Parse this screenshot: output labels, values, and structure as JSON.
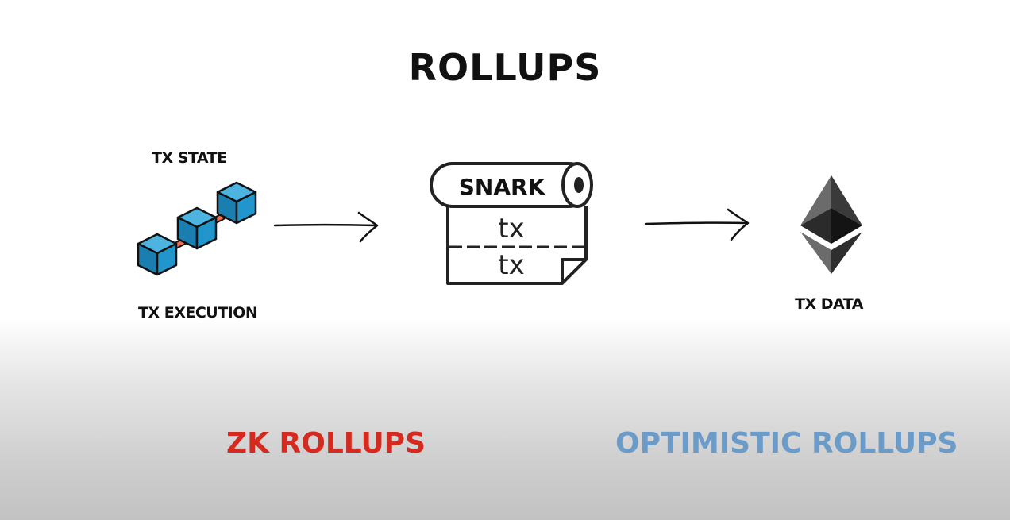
{
  "title": "ROLLUPS",
  "left": {
    "top_label": "TX STATE",
    "bottom_label": "TX EXECUTION",
    "icon": "blockchain-icon"
  },
  "scroll": {
    "header": "SNARK",
    "rows": [
      "tx",
      "tx"
    ],
    "icon": "scroll-icon"
  },
  "right": {
    "label": "TX DATA",
    "icon": "ethereum-icon"
  },
  "bottom": {
    "zk": "ZK ROLLUPS",
    "optimistic": "OPTIMISTIC ROLLUPS"
  },
  "colors": {
    "zk": "#d42a1f",
    "optimistic": "#6b9bc8",
    "cube": "#1f8fc2",
    "link": "#f26a4a"
  }
}
